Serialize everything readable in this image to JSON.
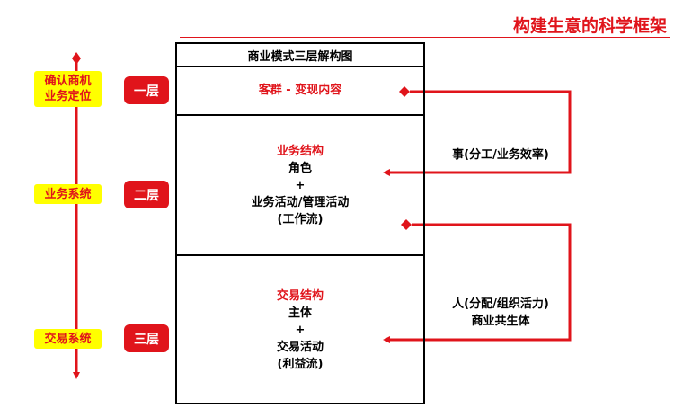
{
  "title": "构建生意的科学框架",
  "left_labels": [
    "确认商机\n业务定位",
    "业务系统",
    "交易系统"
  ],
  "layer_badges": [
    "一层",
    "二层",
    "三层"
  ],
  "frame": {
    "header": "商业模式三层解构图",
    "layer1": {
      "red": "客群 - 变现内容"
    },
    "layer2": {
      "red": "业务结构",
      "lines": [
        "角色",
        "+",
        "业务活动/管理活动",
        "(工作流)"
      ]
    },
    "layer3": {
      "red": "交易结构",
      "lines": [
        "主体",
        "+",
        "交易活动",
        "(利益流)"
      ]
    }
  },
  "right_labels": {
    "upper": "事(分工/业务效率)",
    "lower_line1": "人(分配/组织活力)",
    "lower_line2": "商业共生体"
  },
  "colors": {
    "accent": "#e0141b",
    "highlight": "#ffff00"
  }
}
